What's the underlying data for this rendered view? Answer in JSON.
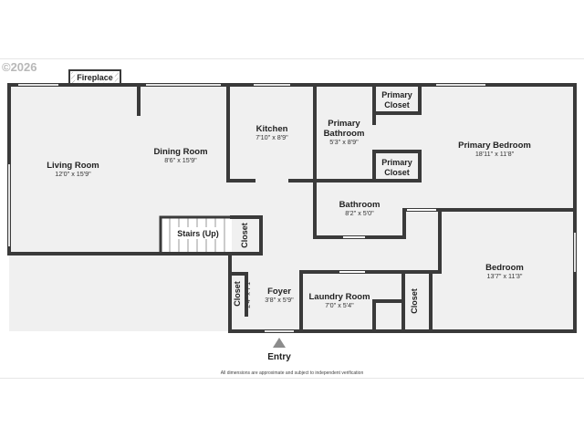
{
  "watermark": "©2026",
  "fireplace": "Fireplace",
  "rooms": {
    "living": {
      "name": "Living Room",
      "dim": "12'0\" x 15'9\""
    },
    "dining": {
      "name": "Dining Room",
      "dim": "8'6\" x 15'9\""
    },
    "kitchen": {
      "name": "Kitchen",
      "dim": "7'10\" x 8'9\""
    },
    "primary_bath": {
      "name1": "Primary",
      "name2": "Bathroom",
      "dim": "5'3\" x 8'9\""
    },
    "primary_closet_top": {
      "name1": "Primary",
      "name2": "Closet"
    },
    "primary_closet_bottom": {
      "name1": "Primary",
      "name2": "Closet"
    },
    "primary_bed": {
      "name": "Primary Bedroom",
      "dim": "18'11\" x 11'8\""
    },
    "bath": {
      "name": "Bathroom",
      "dim": "8'2\" x 5'0\""
    },
    "stairs": {
      "name": "Stairs (Up)"
    },
    "closet_stairs": {
      "name": "Closet"
    },
    "closet_foyer": {
      "name": "Closet",
      "dim": "2'4\" x 7'1\""
    },
    "foyer": {
      "name": "Foyer",
      "dim": "3'8\" x 5'9\""
    },
    "laundry": {
      "name": "Laundry Room",
      "dim": "7'0\" x 5'4\""
    },
    "closet_bed": {
      "name": "Closet"
    },
    "bedroom": {
      "name": "Bedroom",
      "dim": "13'7\" x 11'3\""
    }
  },
  "entry": "Entry",
  "disclaimer": "All dimensions are approximate and subject to independent verification"
}
